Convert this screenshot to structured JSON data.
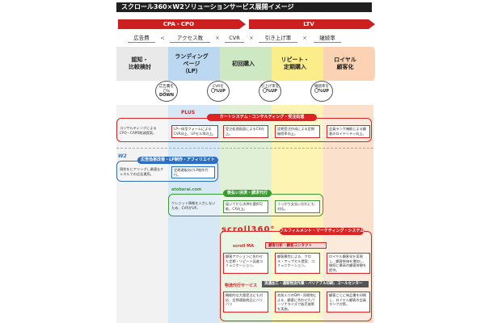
{
  "title": "スクロール360×W2ソリューションサービス展開イメージ",
  "arrows": {
    "cpa": "CPA・CPO",
    "ltv": "LTV"
  },
  "formula": {
    "terms": [
      "広告費",
      "アクセス数",
      "CVR",
      "引き上げ率",
      "継続率"
    ],
    "ops": [
      "<",
      "×",
      "×",
      "×"
    ]
  },
  "stages": [
    {
      "label": "認知・\n比較検討"
    },
    {
      "label": "ランディング\nページ\n（LP）"
    },
    {
      "label": "初回購入"
    },
    {
      "label": "リピート・\n定期購入"
    },
    {
      "label": "ロイヤル\n顧客化"
    }
  ],
  "kpis": [
    {
      "line1": "広告費を",
      "line2": "〇%",
      "line3": "DOWN"
    },
    {
      "line1": "CVRを",
      "line2": "〇%UP",
      "line3": ""
    },
    {
      "line1": "引上げ率を",
      "line2": "〇%UP",
      "line3": ""
    },
    {
      "line1": "継続率を",
      "line2": "〇%UP",
      "line3": ""
    }
  ],
  "plus": {
    "logo": "PLUS",
    "pill": "カートシステム・コンサルティング・受注処理",
    "cells": [
      "コンサルティングによるCPO・CAPR削減提案。",
      "LP一体型フォームによるCVR向上、UPセル率向上。",
      "受注処理画面によるCX向上。",
      "定期受注作成による定期継続率向上。",
      "会員ランク機能による顧客のロイヤリティ向上。"
    ]
  },
  "ad": {
    "logo": "W2",
    "pill": "広告効果改善・LP制作・アフィリエイト",
    "cells": [
      "現状をヒアリングし最適なチャネルでの広告運用。",
      "定期通販向けLP制作代行。"
    ]
  },
  "pay": {
    "logo": "atobarai.com",
    "pill": "後払い決済・請求代行",
    "cells": [
      "クレジット情報を入力しないため、CVRがUP。",
      "届いてから決済を選択可能。CX向上。",
      "うっかり支払い忘れにも対応。"
    ]
  },
  "scroll": {
    "logo": "scroll360°",
    "pill": "フルフィルメント・マーケティング・システム",
    "ma_logo": "scroll MA",
    "ma_bar": "顧客分析・顧客コンタクト",
    "ma_cells": [
      "顧客アクションに合わせた定期・リピート促進コミュニケーション。",
      "顧客属性による、クロス・アップセル提案、コミュニケーション。",
      "ロイヤル顧客化を実現し、顧客単価を増加し、継続に最高の顧客体験を提供。"
    ],
    "svc_logo": "物流代行サービス",
    "svc_bar": "流通加工・通販物流作業・バリアブル印刷、コールセンター",
    "svc_cells": [
      "機能的な大量受注にも対応、定期通販商品にバリバリ",
      "名前入りのDM・同梱物による、顧客に合わせたパーソナライズで販売施策を実施。",
      "顧客ごとに納品書を印刷し、ロイヤル顧客の会員ランク対策。"
    ]
  }
}
